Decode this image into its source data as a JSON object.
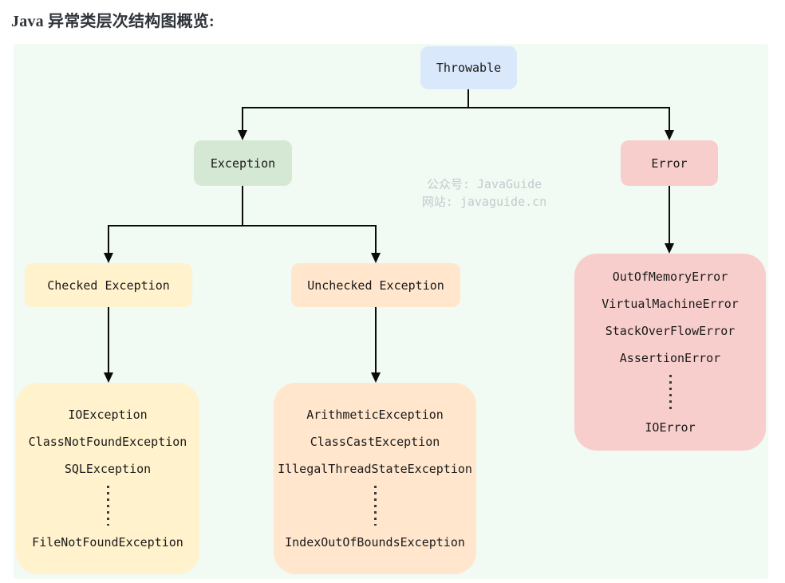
{
  "title": "Java 异常类层次结构图概览:",
  "watermark": {
    "line1": "公众号: JavaGuide",
    "line2": "网站: javaguide.cn"
  },
  "colors": {
    "canvas_bg": "#f1faf3",
    "throwable_bg": "#dae8fc",
    "exception_bg": "#d5e8d4",
    "error_bg": "#f8cecc",
    "checked_bg": "#fff2cc",
    "unchecked_bg": "#ffe6cc",
    "edge": "#0b0b0b",
    "watermark_text": "#c5c9cc"
  },
  "nodes": {
    "throwable": "Throwable",
    "exception": "Exception",
    "error": "Error",
    "checked": "Checked Exception",
    "unchecked": "Unchecked Exception"
  },
  "lists": {
    "checked": {
      "items": [
        "IOException",
        "ClassNotFoundException",
        "SQLException"
      ],
      "last": "FileNotFoundException"
    },
    "unchecked": {
      "items": [
        "ArithmeticException",
        "ClassCastException",
        "IllegalThreadStateException"
      ],
      "last": "IndexOutOfBoundsException"
    },
    "error": {
      "items": [
        "OutOfMemoryError",
        "VirtualMachineError",
        "StackOverFlowError",
        "AssertionError"
      ],
      "last": "IOError"
    }
  }
}
